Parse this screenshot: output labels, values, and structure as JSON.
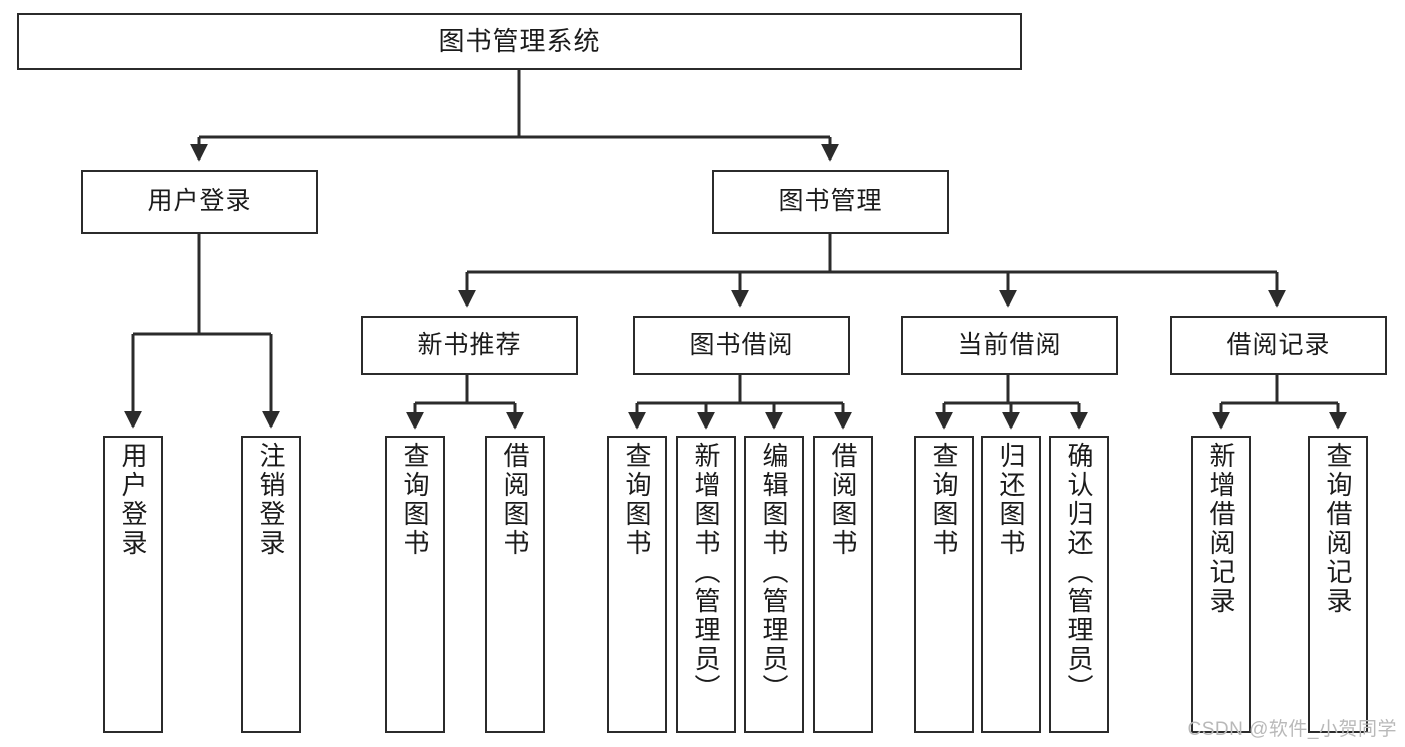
{
  "diagram": {
    "title": "图书管理系统",
    "type": "tree",
    "watermark": "CSDN @软件_小贺同学",
    "colors": {
      "stroke": "#2b2b2b",
      "fill": "#ffffff",
      "text": "#1b1b1b",
      "watermark": "#b9b9b9"
    },
    "nodes": {
      "root": {
        "label": "图书管理系统"
      },
      "level1": [
        {
          "id": "user-login",
          "label": "用户登录"
        },
        {
          "id": "book-manage",
          "label": "图书管理"
        }
      ],
      "level2": [
        {
          "id": "new-book-recommend",
          "label": "新书推荐"
        },
        {
          "id": "book-borrow",
          "label": "图书借阅"
        },
        {
          "id": "current-borrow",
          "label": "当前借阅"
        },
        {
          "id": "borrow-record",
          "label": "借阅记录"
        }
      ],
      "leaves": {
        "user_login": [
          {
            "id": "leaf-user-login",
            "label": "用户登录"
          },
          {
            "id": "leaf-logout-login",
            "label": "注销登录"
          }
        ],
        "new_book_recommend": [
          {
            "id": "leaf-query-book-1",
            "label": "查询图书"
          },
          {
            "id": "leaf-borrow-book-1",
            "label": "借阅图书"
          }
        ],
        "book_borrow": [
          {
            "id": "leaf-query-book-2",
            "label": "查询图书"
          },
          {
            "id": "leaf-add-book-admin",
            "label": "新增图书（管理员）"
          },
          {
            "id": "leaf-edit-book-admin",
            "label": "编辑图书（管理员）"
          },
          {
            "id": "leaf-borrow-book-2",
            "label": "借阅图书"
          }
        ],
        "current_borrow": [
          {
            "id": "leaf-query-book-3",
            "label": "查询图书"
          },
          {
            "id": "leaf-return-book",
            "label": "归还图书"
          },
          {
            "id": "leaf-confirm-return-admin",
            "label": "确认归还（管理员）"
          }
        ],
        "borrow_record": [
          {
            "id": "leaf-add-borrow-record",
            "label": "新增借阅记录"
          },
          {
            "id": "leaf-query-borrow-record",
            "label": "查询借阅记录"
          }
        ]
      }
    }
  }
}
